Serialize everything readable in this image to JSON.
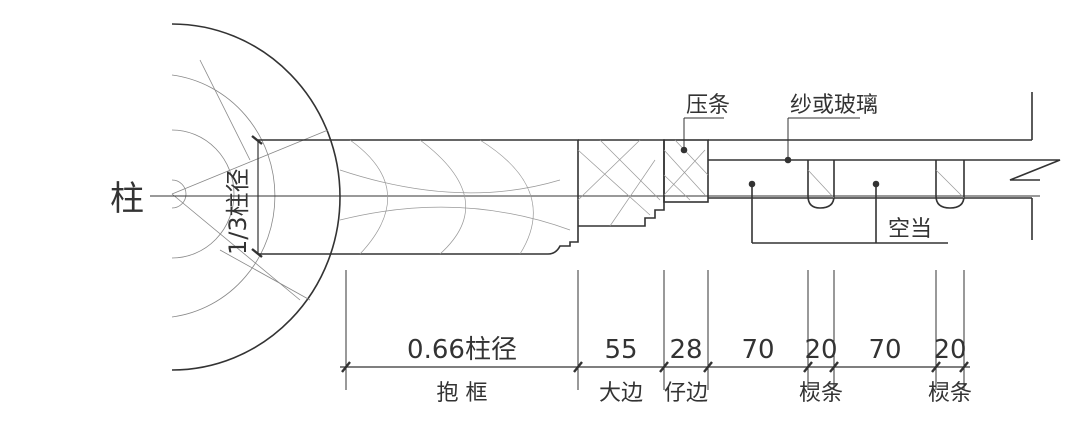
{
  "labels": {
    "column": "柱",
    "third_diameter": "1/3柱径",
    "pressing_strip": "压条",
    "gauze_or_glass": "纱或玻璃",
    "gap": "空当"
  },
  "dimensions": {
    "frame_width": "0.66柱径",
    "big_edge": "55",
    "small_edge": "28",
    "gap_1": "70",
    "mullion_1": "20",
    "gap_2": "70",
    "mullion_2": "20"
  },
  "parts": {
    "frame": "抱 框",
    "big_edge": "大边",
    "small_edge": "仔边",
    "mullion_1": "棂条",
    "mullion_2": "棂条"
  },
  "colors": {
    "line": "#333333",
    "background": "#ffffff"
  }
}
